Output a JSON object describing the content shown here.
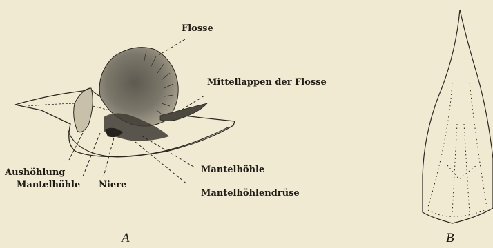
{
  "labels": {
    "flosse": "Flosse",
    "mittellappen": "Mittellappen der Flosse",
    "aushoehlung": "Aushöhlung",
    "mantelhoehle_left": "Mantelhöhle",
    "niere": "Niere",
    "mantelhoehle": "Mantelhöhle",
    "mantelhoehlendruese": "Mantelhöhlendrüse"
  },
  "captions": {
    "a": "A",
    "b": "B"
  }
}
